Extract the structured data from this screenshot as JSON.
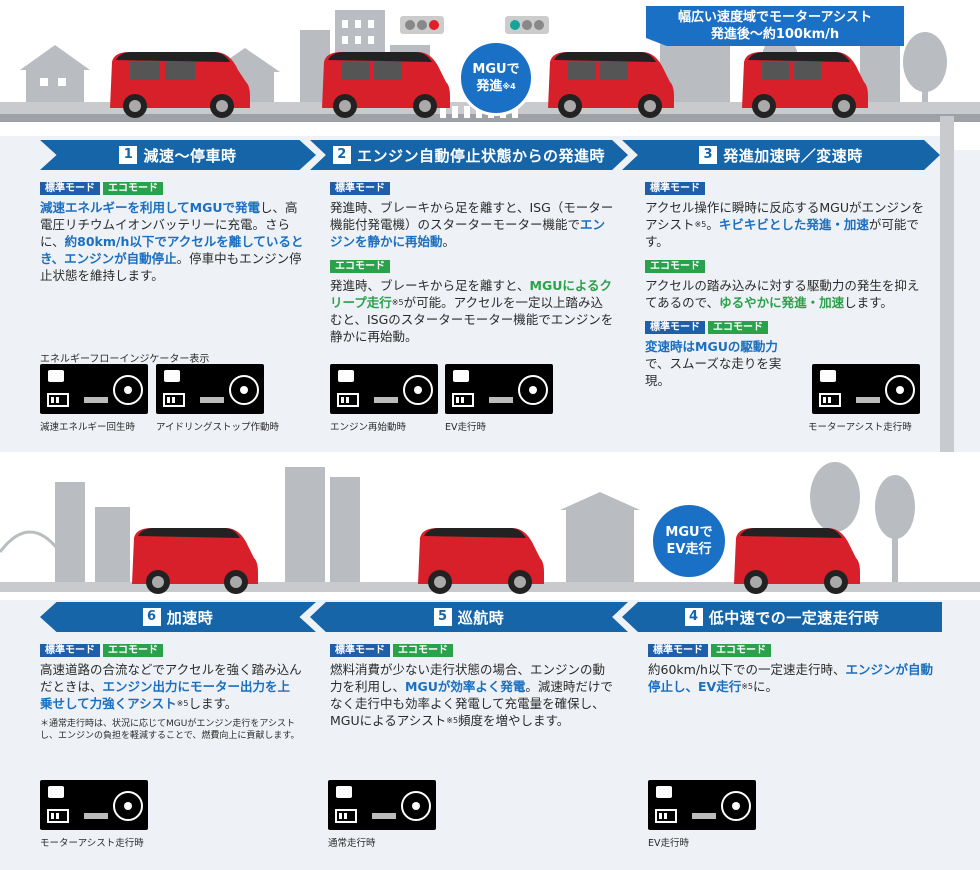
{
  "callout": {
    "line1": "幅広い速度域でモーターアシスト",
    "line2": "発進後～約100km/h"
  },
  "bubble_start": {
    "line1": "MGUで",
    "line2": "発進",
    "sup": "※4"
  },
  "bubble_ev": {
    "line1": "MGUで",
    "line2": "EV走行"
  },
  "badges": {
    "standard": "標準モード",
    "eco": "エコモード"
  },
  "steps": [
    {
      "num": "1",
      "title": "減速～停車時"
    },
    {
      "num": "2",
      "title": "エンジン自動停止状態からの発進時"
    },
    {
      "num": "3",
      "title": "発進加速時／変速時"
    },
    {
      "num": "6",
      "title": "加速時"
    },
    {
      "num": "5",
      "title": "巡航時"
    },
    {
      "num": "4",
      "title": "低中速での一定速走行時"
    }
  ],
  "s1": {
    "t1": "減速エネルギーを利用してMGUで発電",
    "t2": "し、高電圧リチウムイオンバッテリーに充電。さらに、",
    "t3": "約80km/h以下でアクセルを離しているとき、エンジンが自動停止",
    "t4": "。停車中もエンジン停止状態を維持します。",
    "indicator_label": "エネルギーフローインジケーター表示",
    "cap1": "減速エネルギー回生時",
    "cap2": "アイドリングストップ作動時"
  },
  "s2": {
    "std1": "発進時、ブレーキから足を離すと、ISG（モーター機能付発電機）のスターターモーター機能で",
    "std2": "エンジンを静かに再始動",
    "std3": "。",
    "eco1": "発進時、ブレーキから足を離すと、",
    "eco2": "MGUによるクリープ走行",
    "eco_sup": "※5",
    "eco3": "が可能。アクセルを一定以上踏み込むと、ISGのスターターモーター機能でエンジンを静かに再始動。",
    "cap1": "エンジン再始動時",
    "cap2": "EV走行時"
  },
  "s3": {
    "std1": "アクセル操作に瞬時に反応するMGUがエンジンをアシスト",
    "std_sup": "※5",
    "std2": "。",
    "std3": "キビキビとした発進・加速",
    "std4": "が可能です。",
    "eco1": "アクセルの踏み込みに対する駆動力の発生を抑えてあるので、",
    "eco2": "ゆるやかに発進・加速",
    "eco3": "します。",
    "both1": "変速時はMGUの駆動力",
    "both2": "で、スムーズな走りを実現。",
    "cap1": "モーターアシスト走行時"
  },
  "s6": {
    "t1": "高速道路の合流などでアクセルを強く踏み込んだときは、",
    "t2": "エンジン出力にモーター出力を上乗せして力強くアシスト",
    "sup": "※5",
    "t3": "します。",
    "note": "＊通常走行時は、状況に応じてMGUがエンジン走行をアシストし、エンジンの負担を軽減することで、燃費向上に貢献します。",
    "cap1": "モーターアシスト走行時"
  },
  "s5": {
    "t1": "燃料消費が少ない走行状態の場合、エンジンの動力を利用し、",
    "t2": "MGUが効率よく発電",
    "t3": "。減速時だけでなく走行中も効率よく発電して充電量を確保し、MGUによるアシスト",
    "sup": "※5",
    "t4": "頻度を増やします。",
    "cap1": "通常走行時"
  },
  "s4": {
    "t1": "約60km/h以下での一定速走行時、",
    "t2": "エンジンが自動停止し、EV走行",
    "sup": "※5",
    "t3": "に。",
    "cap1": "EV走行時"
  },
  "colors": {
    "brand_blue": "#1565a8",
    "eco_green": "#2aa14b",
    "car_red": "#d8202a"
  }
}
